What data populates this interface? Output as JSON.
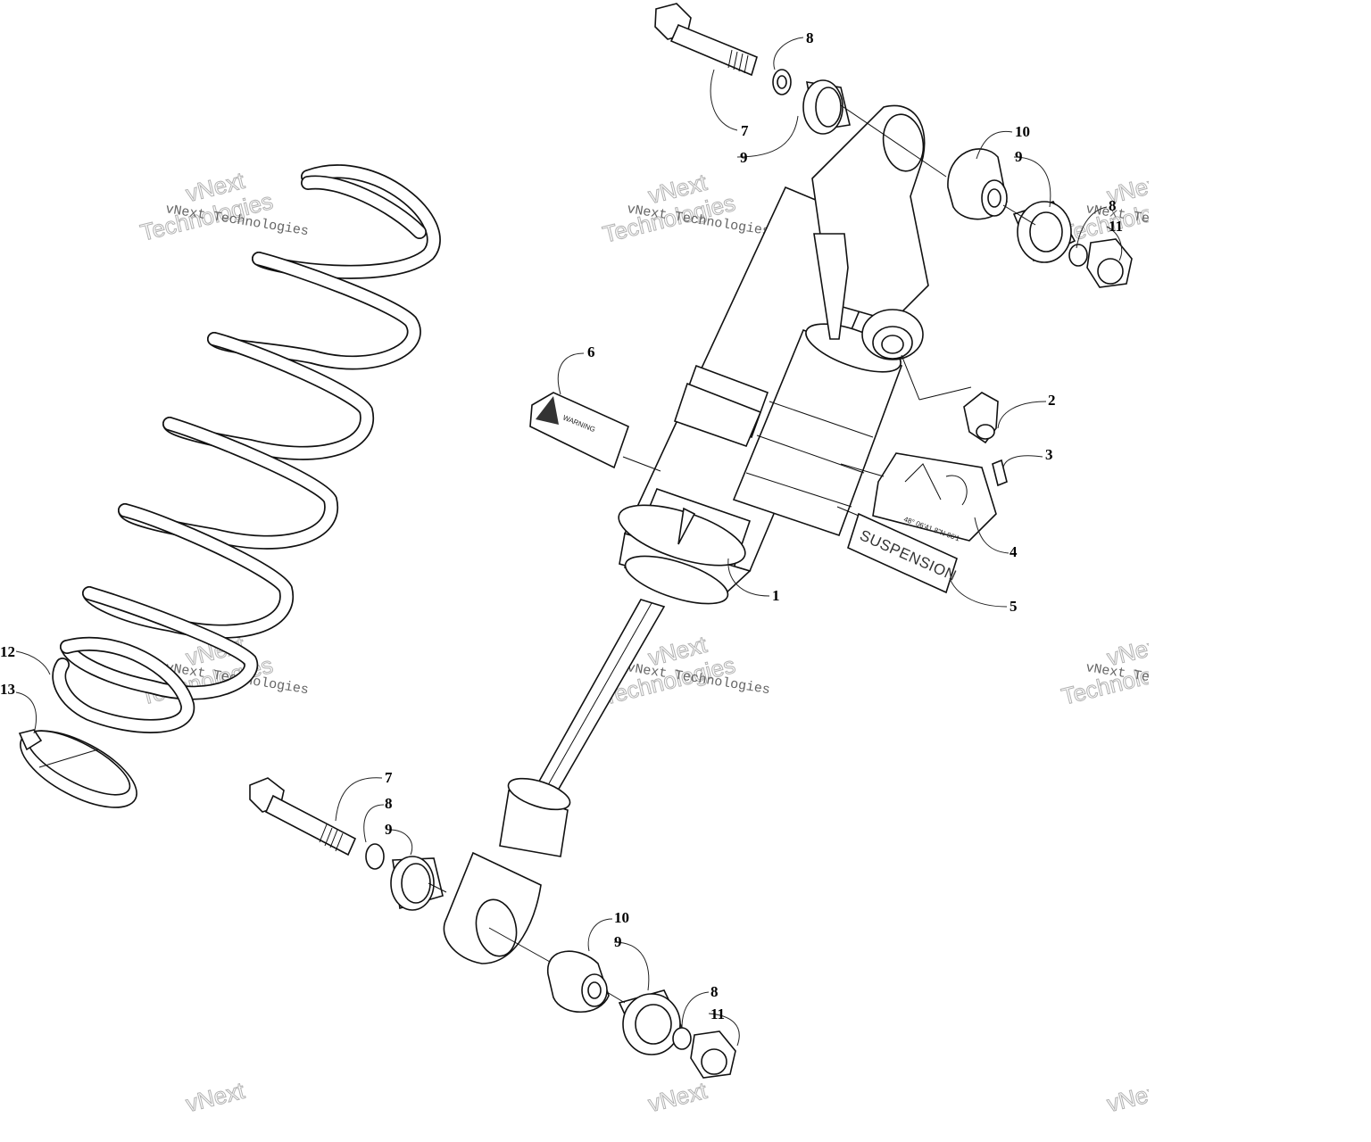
{
  "watermark": {
    "company": "vNext Technologies",
    "word1": "vNext",
    "word2": "Technologies"
  },
  "decals": {
    "suspension": "SUSPENSION",
    "coordinates": "48° 06'41.8\"N 96'1",
    "warning": "WARNING"
  },
  "callouts": [
    "1",
    "2",
    "3",
    "4",
    "5",
    "6",
    "7",
    "8",
    "9",
    "10",
    "11",
    "12",
    "13"
  ]
}
